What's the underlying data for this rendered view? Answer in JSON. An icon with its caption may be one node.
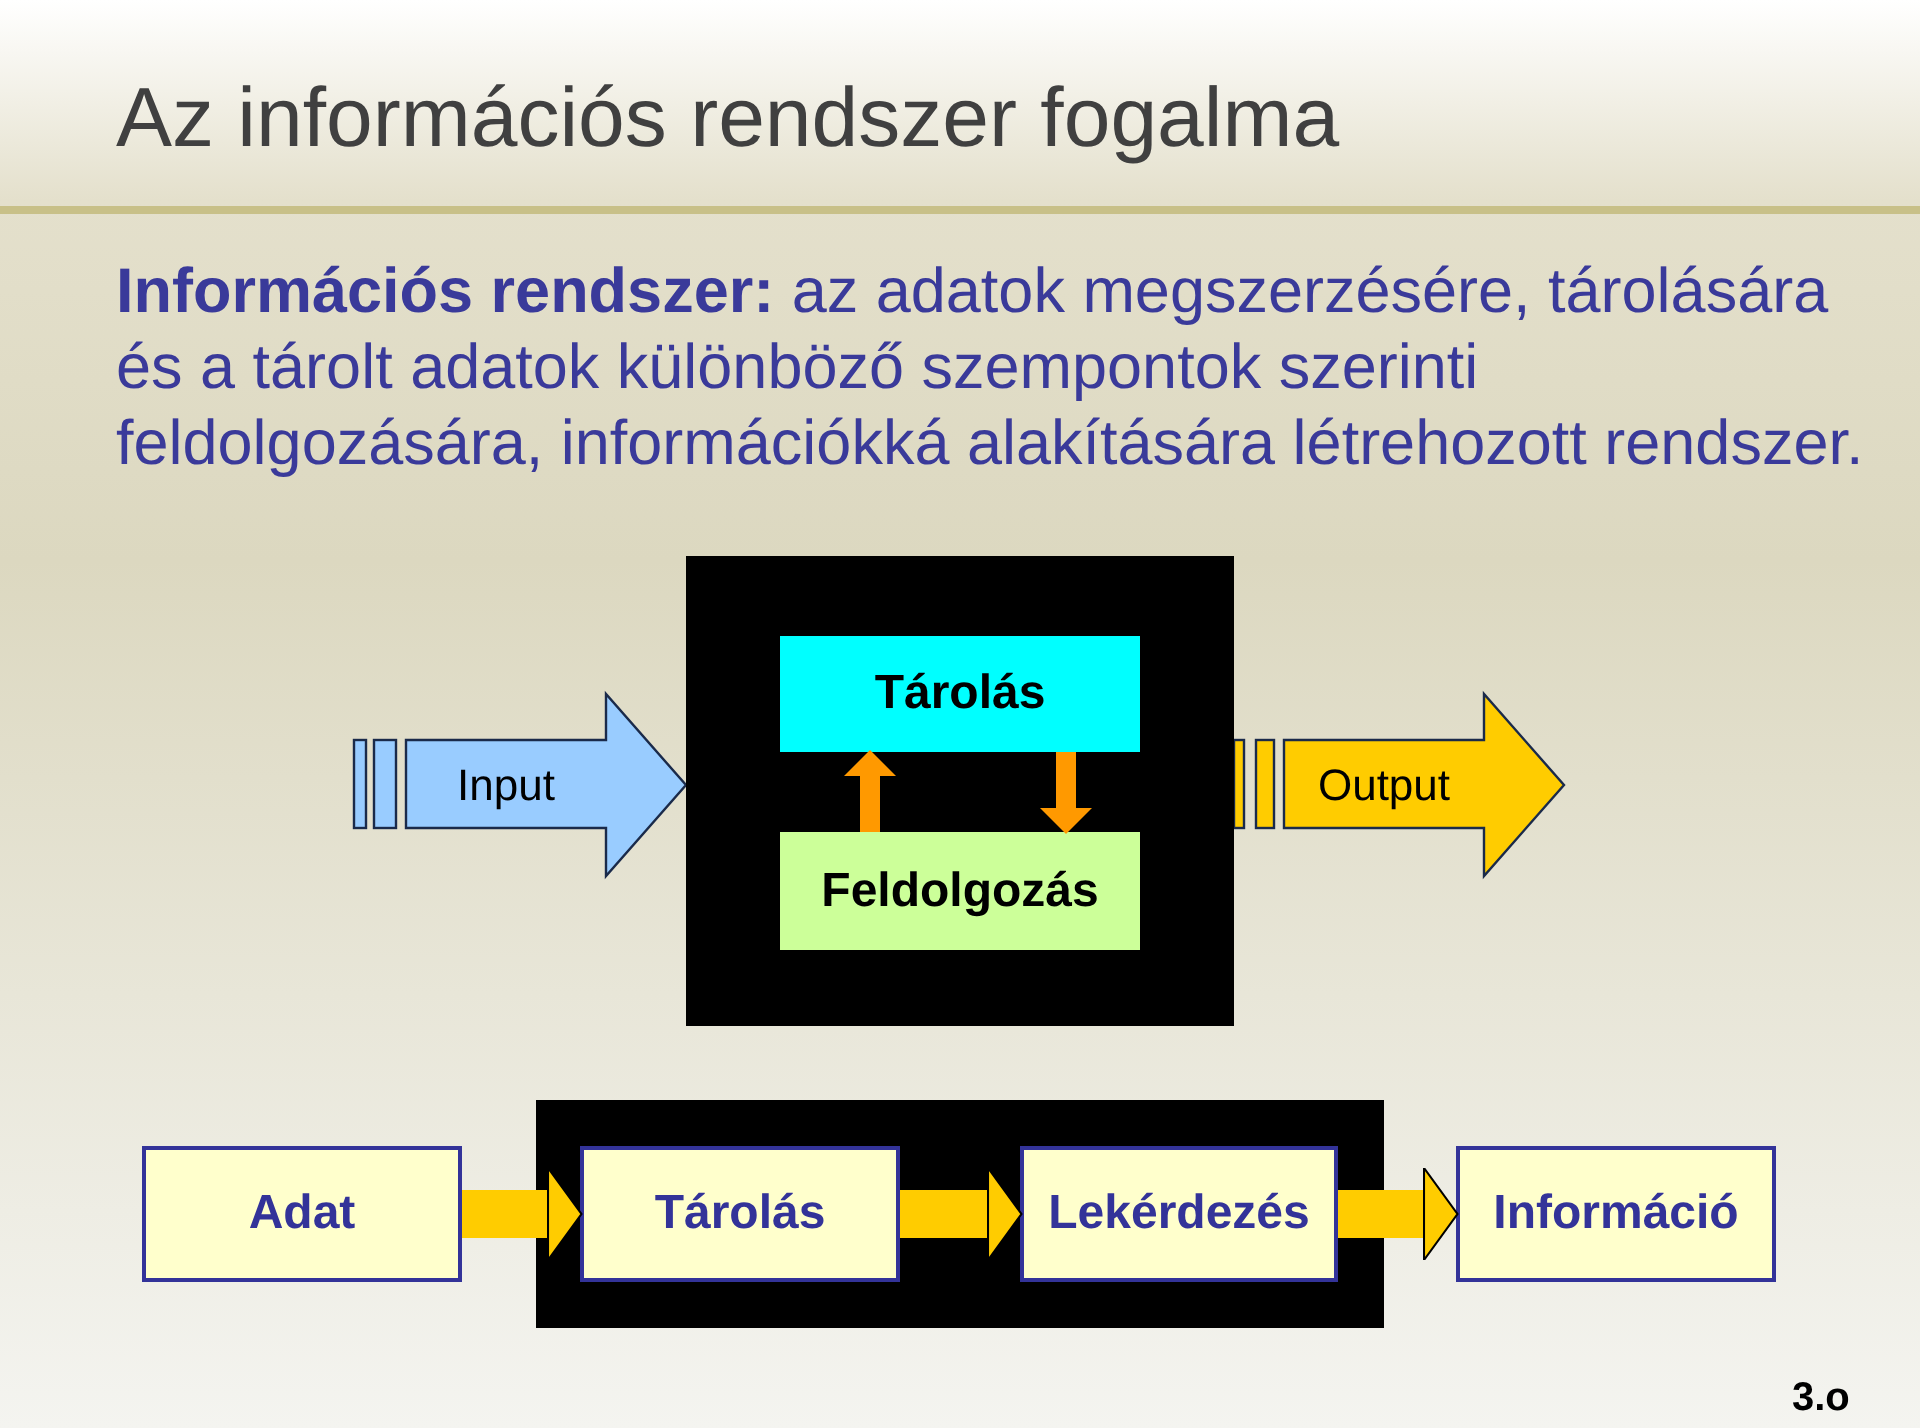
{
  "diagram": {
    "title": "Az információs rendszer fogalma",
    "nodes": [
      {
        "text": [
          "Input"
        ]
      },
      {
        "text": [],
        "shape": "box"
      },
      {
        "text": [
          "Tárolás"
        ],
        "in": 1
      },
      {
        "text": [
          "Feldolgozás"
        ],
        "in": 1
      },
      {
        "text": [
          "Output"
        ]
      },
      {
        "text": [],
        "shape": "box"
      },
      {
        "text": [
          "Adat"
        ]
      },
      {
        "text": [
          "Tárolás"
        ],
        "in": 5
      },
      {
        "text": [
          "Lekérdezés"
        ],
        "in": 5
      },
      {
        "text": [
          "Információ"
        ]
      }
    ],
    "edges": [
      {
        "from": 3,
        "to": 2,
        "arrow": "to",
        "color": "#ff9900"
      },
      {
        "from": 2,
        "to": 3,
        "arrow": "to",
        "color": "#ff9900"
      },
      {
        "from": 6,
        "to": 7,
        "arrow": "to"
      },
      {
        "from": 7,
        "to": 8,
        "arrow": "to"
      },
      {
        "from": 8,
        "to": 9,
        "arrow": "to"
      }
    ],
    "labels": [
      "**Információs rendszer:** az adatok megszerzésére, tárolására és a tárolt adatok különböző szempontok szerinti feldolgozására, információkká alakítására létrehozott rendszer.",
      "3.o"
    ]
  }
}
